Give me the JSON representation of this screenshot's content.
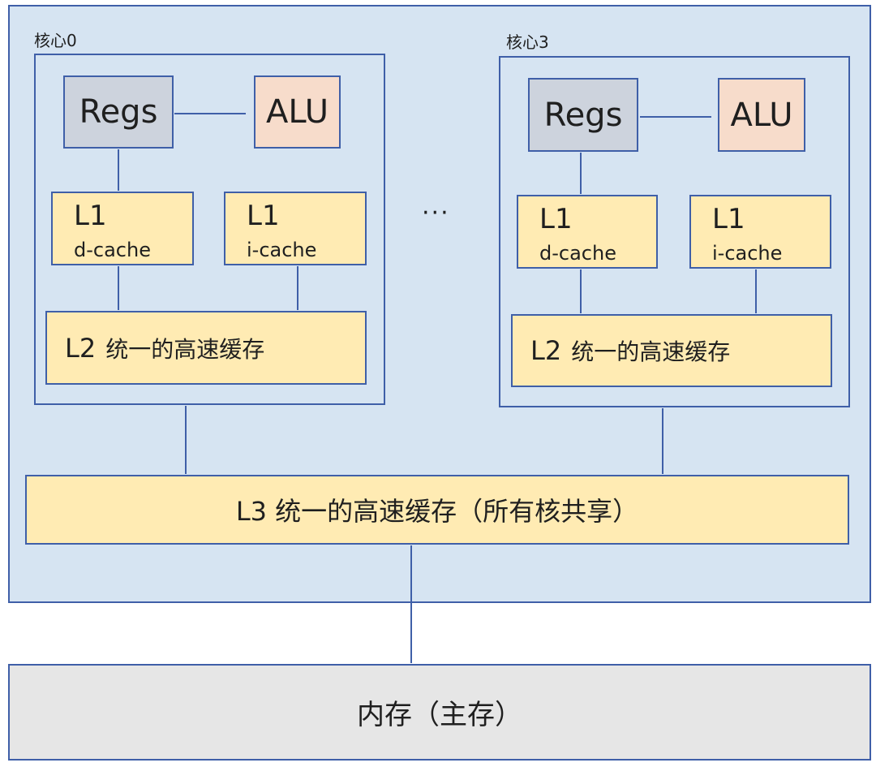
{
  "cores": [
    {
      "label": "核心0",
      "regs": "Regs",
      "alu": "ALU",
      "l1d": {
        "title": "L1",
        "sub": "d-cache"
      },
      "l1i": {
        "title": "L1",
        "sub": "i-cache"
      },
      "l2": {
        "prefix": "L2",
        "text": "统一的高速缓存"
      }
    },
    {
      "label": "核心3",
      "regs": "Regs",
      "alu": "ALU",
      "l1d": {
        "title": "L1",
        "sub": "d-cache"
      },
      "l1i": {
        "title": "L1",
        "sub": "i-cache"
      },
      "l2": {
        "prefix": "L2",
        "text": "统一的高速缓存"
      }
    }
  ],
  "ellipsis": "···",
  "l3": {
    "text": "L3 统一的高速缓存（所有核共享）"
  },
  "memory": {
    "text": "内存（主存）"
  },
  "colors": {
    "chip_bg": "#d6e4f2",
    "border": "#3f5fa8",
    "regs": "#cdd3dd",
    "alu": "#f7dccb",
    "cache": "#ffebb3",
    "memory": "#e6e6e6"
  }
}
